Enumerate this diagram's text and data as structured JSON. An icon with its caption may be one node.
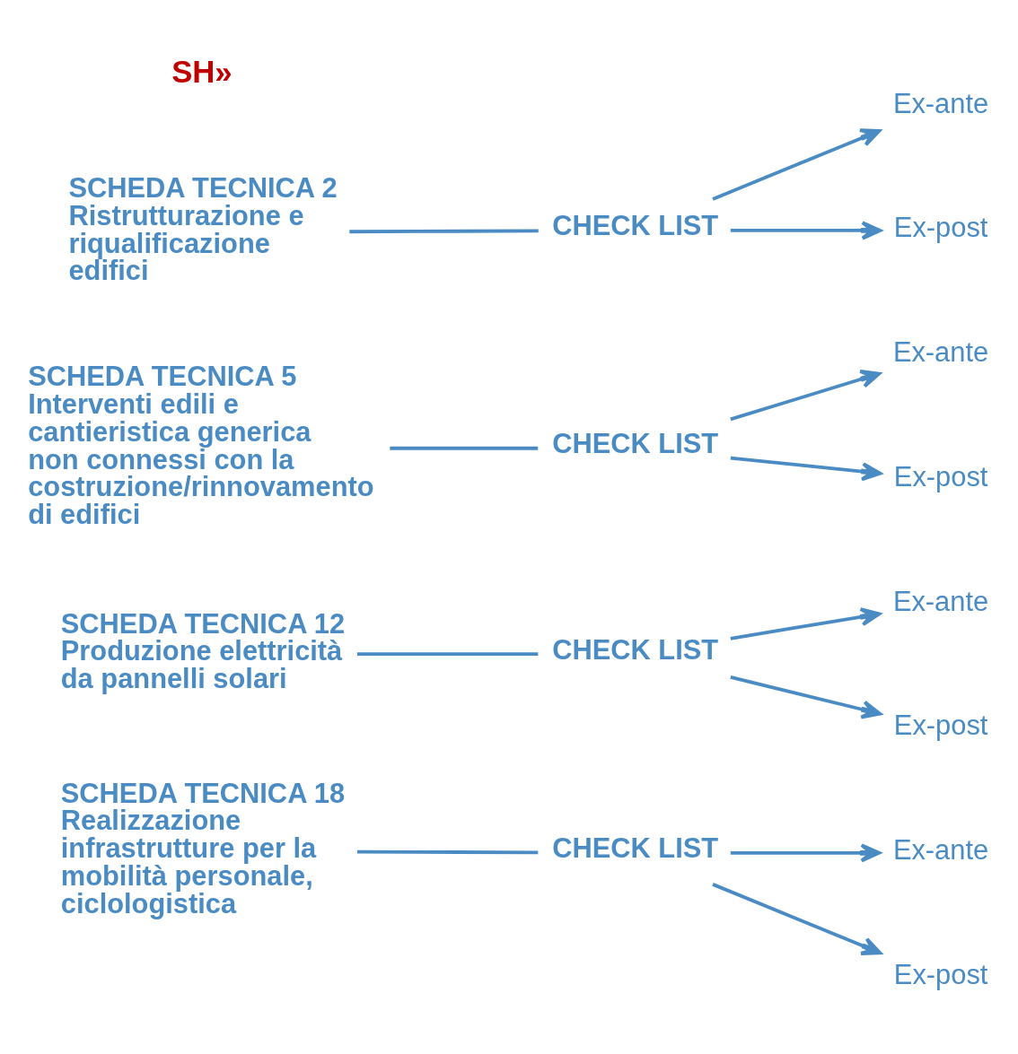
{
  "diagram": {
    "nodes": [
      {
        "text": [
          "SCHEDA TECNICA 2",
          "Ristrutturazione e riqualificazione edifici"
        ]
      },
      {
        "text": [
          "CHECK LIST"
        ]
      },
      {
        "text": [
          "Ex-ante"
        ]
      },
      {
        "text": [
          "Ex-post"
        ]
      },
      {
        "text": [
          "SCHEDA TECNICA 5",
          "Interventi edili e cantieristica generica non connessi con la costruzione/rinnovamento di edifici"
        ]
      },
      {
        "text": [
          "CHECK LIST"
        ]
      },
      {
        "text": [
          "Ex-ante"
        ]
      },
      {
        "text": [
          "Ex-post"
        ]
      },
      {
        "text": [
          "SCHEDA TECNICA 12",
          "Produzione elettricità da pannelli solari"
        ]
      },
      {
        "text": [
          "CHECK LIST"
        ]
      },
      {
        "text": [
          "Ex-ante"
        ]
      },
      {
        "text": [
          "Ex-post"
        ]
      },
      {
        "text": [
          "SCHEDA TECNICA 18",
          "Realizzazione infrastrutture per la mobilità personale, ciclologistica"
        ]
      },
      {
        "text": [
          "CHECK LIST"
        ]
      },
      {
        "text": [
          "Ex-ante"
        ]
      },
      {
        "text": [
          "Ex-post"
        ]
      }
    ],
    "edges": [
      {
        "from": 0,
        "to": 1,
        "arrow": "none"
      },
      {
        "from": 1,
        "to": 2,
        "arrow": "to"
      },
      {
        "from": 1,
        "to": 3,
        "arrow": "to"
      },
      {
        "from": 4,
        "to": 5,
        "arrow": "none"
      },
      {
        "from": 5,
        "to": 6,
        "arrow": "to"
      },
      {
        "from": 5,
        "to": 7,
        "arrow": "to"
      },
      {
        "from": 8,
        "to": 9,
        "arrow": "none"
      },
      {
        "from": 9,
        "to": 10,
        "arrow": "to"
      },
      {
        "from": 9,
        "to": 11,
        "arrow": "to"
      },
      {
        "from": 12,
        "to": 13,
        "arrow": "none"
      },
      {
        "from": 13,
        "to": 14,
        "arrow": "to"
      },
      {
        "from": 13,
        "to": 15,
        "arrow": "to"
      }
    ],
    "labels": [
      "SH»"
    ]
  }
}
